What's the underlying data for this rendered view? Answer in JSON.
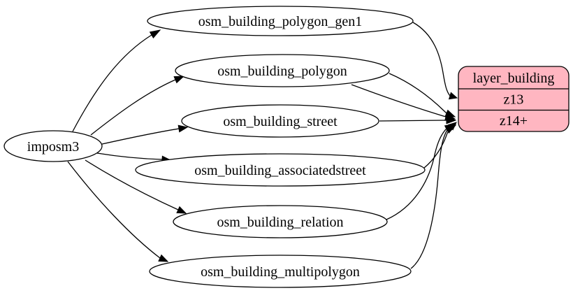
{
  "diagram": {
    "type": "etl-graph",
    "nodes": {
      "source": {
        "label": "imposm3",
        "shape": "ellipse"
      },
      "tables": [
        {
          "label": "osm_building_polygon_gen1",
          "shape": "ellipse"
        },
        {
          "label": "osm_building_polygon",
          "shape": "ellipse"
        },
        {
          "label": "osm_building_street",
          "shape": "ellipse"
        },
        {
          "label": "osm_building_associatedstreet",
          "shape": "ellipse"
        },
        {
          "label": "osm_building_relation",
          "shape": "ellipse"
        },
        {
          "label": "osm_building_multipolygon",
          "shape": "ellipse"
        }
      ],
      "layer": {
        "title": "layer_building",
        "shape": "rounded-record",
        "rows": [
          {
            "label": "z13"
          },
          {
            "label": "z14+"
          }
        ]
      }
    },
    "edges": [
      {
        "from": "imposm3",
        "to": "osm_building_polygon_gen1"
      },
      {
        "from": "imposm3",
        "to": "osm_building_polygon"
      },
      {
        "from": "imposm3",
        "to": "osm_building_street"
      },
      {
        "from": "imposm3",
        "to": "osm_building_associatedstreet"
      },
      {
        "from": "imposm3",
        "to": "osm_building_relation"
      },
      {
        "from": "imposm3",
        "to": "osm_building_multipolygon"
      },
      {
        "from": "osm_building_polygon_gen1",
        "to": "layer_building",
        "to_row": "z13"
      },
      {
        "from": "osm_building_polygon",
        "to": "layer_building",
        "to_row": "z14+"
      },
      {
        "from": "osm_building_polygon",
        "to": "layer_building",
        "to_row": "z14+"
      },
      {
        "from": "osm_building_street",
        "to": "layer_building",
        "to_row": "z14+"
      },
      {
        "from": "osm_building_associatedstreet",
        "to": "layer_building",
        "to_row": "z14+"
      },
      {
        "from": "osm_building_relation",
        "to": "layer_building",
        "to_row": "z14+"
      },
      {
        "from": "osm_building_multipolygon",
        "to": "layer_building",
        "to_row": "z14+"
      }
    ],
    "colors": {
      "layer_fill": "#ffb6c1",
      "stroke": "#000000",
      "background": "#ffffff"
    }
  }
}
